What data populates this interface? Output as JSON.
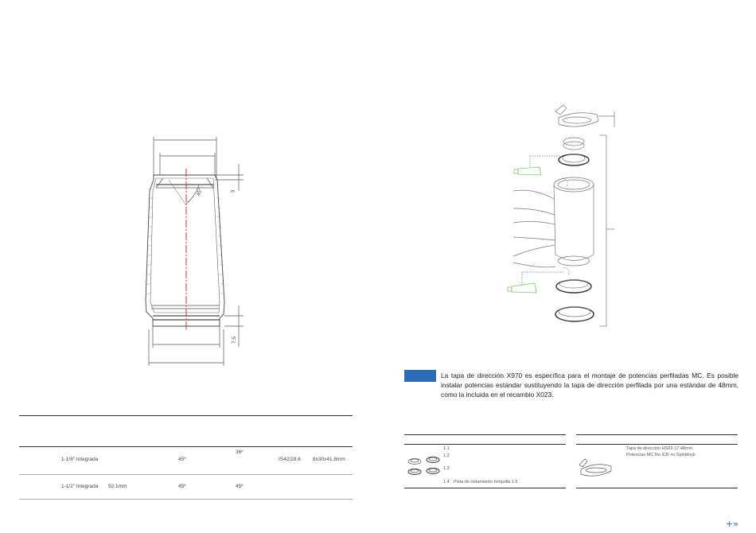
{
  "drawing": {
    "angle_label": "45°",
    "dim_top": "3",
    "dim_bottom": "7.5"
  },
  "spec_table": {
    "rows": [
      {
        "size": "1-1/8\" Integrada",
        "diameter": "",
        "angle_top": "45º",
        "angle_bottom": "36º",
        "standard": "IS42/28.6",
        "bearing": "8x30x41.8mm"
      },
      {
        "size": "1-1/2\" Integrada",
        "diameter": "52.1mm",
        "angle_top": "45º",
        "angle_bottom": "45º",
        "standard": "",
        "bearing": ""
      }
    ]
  },
  "note": {
    "text": "La tapa de dirección X970 es específica para el montaje de potencias perfiladas MC. Es posible instalar potencias estándar sustituyendo la tapa de dirección perfilada por una estándar de 48mm, como la incluida en el recambio X023."
  },
  "parts": {
    "left": {
      "items": [
        "1.1",
        "1.2",
        "1.3"
      ],
      "item_14_num": "1.4",
      "item_14_label": "Pista de rodamiento horquilla 1.5"
    },
    "right": {
      "line1": "Tapa de dirección HS02-17 48mm.",
      "line2": "Potencias MC.No ICR no Spinblock"
    }
  },
  "nav": {
    "forward": "+»"
  },
  "colors": {
    "accent": "#2a6db5",
    "centerline": "#c0392b",
    "grease": "#7ec86a"
  }
}
